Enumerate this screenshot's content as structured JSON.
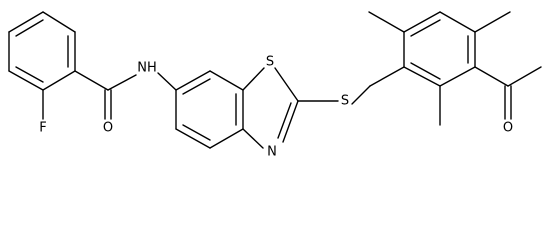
{
  "molecule": {
    "atoms": {
      "F": "F",
      "O_amide": "O",
      "NH": "NH",
      "S_ring": "S",
      "N_ring": "N",
      "S_link": "S",
      "O_ketone": "O"
    }
  }
}
